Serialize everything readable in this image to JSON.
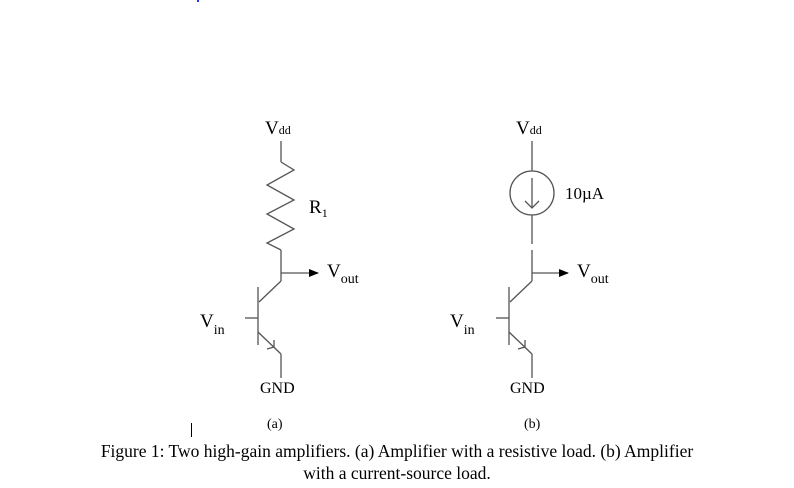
{
  "figure": {
    "circuit_a": {
      "supply_label": "V",
      "supply_sub": "dd",
      "load_label": "R",
      "load_sub": "1",
      "output_label": "V",
      "output_sub": "out",
      "input_label": "V",
      "input_sub": "in",
      "ground_label": "GND",
      "panel_label": "(a)"
    },
    "circuit_b": {
      "supply_label": "V",
      "supply_sub": "dd",
      "current_value": "10µA",
      "output_label": "V",
      "output_sub": "out",
      "input_label": "V",
      "input_sub": "in",
      "ground_label": "GND",
      "panel_label": "(b)"
    },
    "caption_line1": "Figure 1: Two high-gain amplifiers. (a) Amplifier with a resistive load. (b) Amplifier",
    "caption_line2": "with a current-source load.",
    "wire_color": "#555555"
  }
}
